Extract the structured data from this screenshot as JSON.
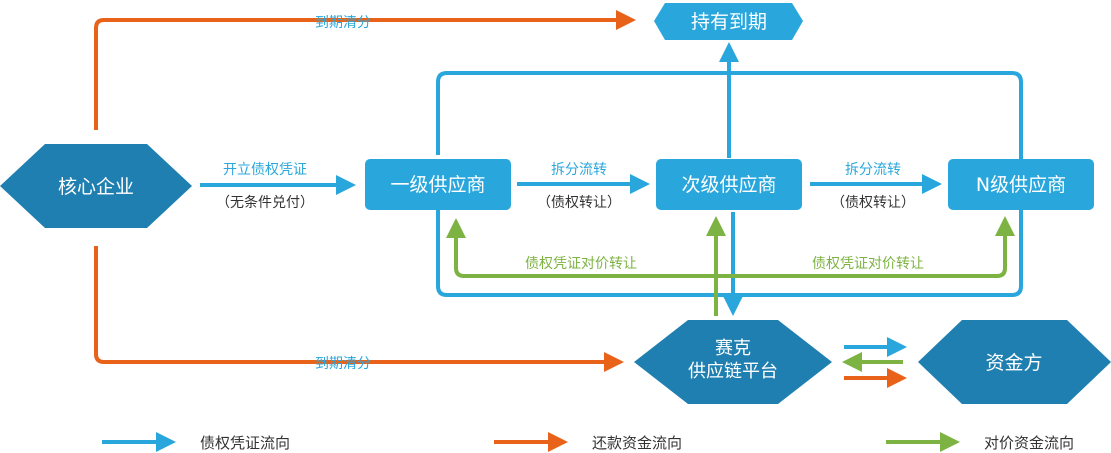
{
  "colors": {
    "node_blue": "#29a7dd",
    "node_dark": "#1f7fb0",
    "debt_flow": "#29a7dd",
    "repay_flow": "#e8621a",
    "pay_flow": "#7cb342"
  },
  "nodes": {
    "core": "核心企业",
    "hold": "持有到期",
    "tier1": "一级供应商",
    "tier2": "次级供应商",
    "tierN": "N级供应商",
    "platform_line1": "赛克",
    "platform_line2": "供应链平台",
    "funder": "资金方"
  },
  "labels": {
    "due_clear_top": "到期清分",
    "due_clear_bottom": "到期清分",
    "issue_line1": "开立债权凭证",
    "issue_line2": "（无条件兑付）",
    "split1_line1": "拆分流转",
    "split1_line2": "（债权转让）",
    "split2_line1": "拆分流转",
    "split2_line2": "（债权转让）",
    "transfer_left": "债权凭证对价转让",
    "transfer_right": "债权凭证对价转让"
  },
  "legend": {
    "debt_flow": "债权凭证流向",
    "repay_flow": "还款资金流向",
    "pay_flow": "对价资金流向"
  }
}
